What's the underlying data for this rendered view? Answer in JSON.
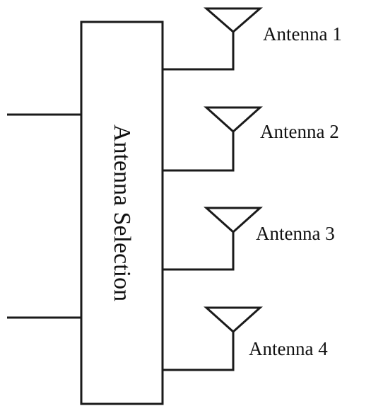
{
  "diagram": {
    "block_label": "Antenna Selection",
    "antennas": [
      {
        "label": "Antenna 1"
      },
      {
        "label": "Antenna 2"
      },
      {
        "label": "Antenna 3"
      },
      {
        "label": "Antenna 4"
      }
    ],
    "input_count": 2
  }
}
